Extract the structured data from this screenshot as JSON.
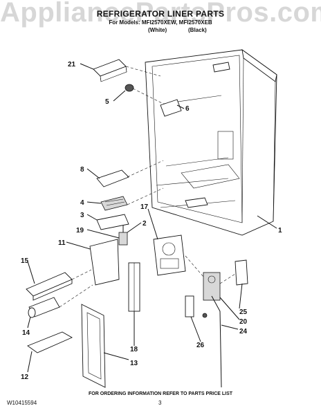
{
  "header": {
    "title": "REFRIGERATOR LINER PARTS",
    "models_line": "For Models: MFI2570XEW, MFI2570XEB",
    "variants": [
      "(White)",
      "(Black)"
    ]
  },
  "watermark": "AppliancePartsPros.com",
  "callouts": [
    "21",
    "5",
    "6",
    "8",
    "4",
    "3",
    "17",
    "2",
    "1",
    "19",
    "11",
    "15",
    "25",
    "20",
    "14",
    "24",
    "26",
    "18",
    "12",
    "13"
  ],
  "footer": {
    "note": "FOR ORDERING INFORMATION REFER TO PARTS PRICE LIST",
    "part_number": "W10415594",
    "page": "3"
  }
}
